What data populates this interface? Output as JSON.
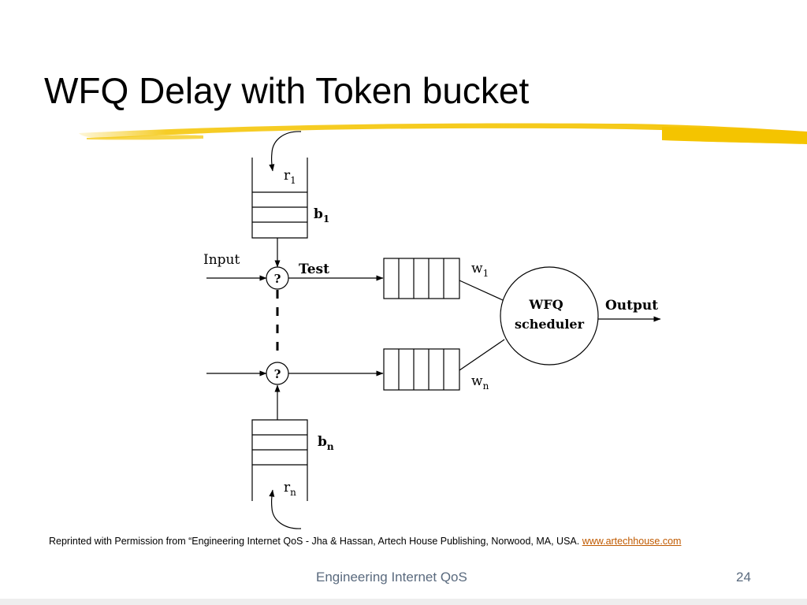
{
  "slide": {
    "title": "WFQ Delay with Token bucket",
    "accent_color": "#f4c400"
  },
  "diagram": {
    "labels": {
      "input": "Input",
      "test": "Test",
      "output": "Output",
      "scheduler_line1": "WFQ",
      "scheduler_line2": "scheduler",
      "test_symbol": "?",
      "rate_top": "r",
      "rate_top_sub": "1",
      "bucket_top": "b",
      "bucket_top_sub": "1",
      "rate_bottom": "r",
      "rate_bottom_sub": "n",
      "bucket_bottom": "b",
      "bucket_bottom_sub": "n",
      "weight_top": "w",
      "weight_top_sub": "1",
      "weight_bottom": "w",
      "weight_bottom_sub": "n"
    }
  },
  "credit": {
    "text": "Reprinted with Permission from “Engineering Internet QoS - Jha & Hassan, Artech House Publishing, Norwood, MA, USA. ",
    "link": "www.artechhouse.com"
  },
  "footer": {
    "title": "Engineering Internet QoS",
    "page": "24"
  }
}
